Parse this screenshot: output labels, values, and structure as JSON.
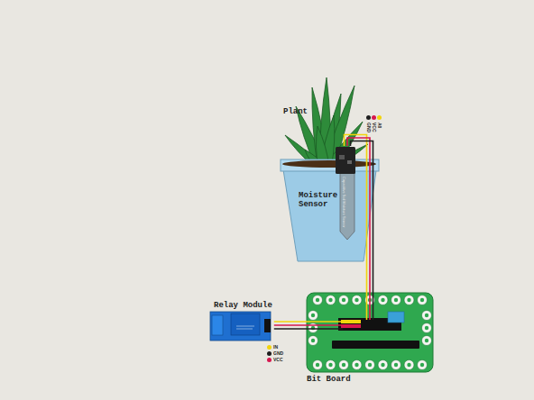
{
  "diagram": {
    "nodes": [
      {
        "text": [
          "Plant"
        ]
      },
      {
        "text": [
          "Moisture Sensor"
        ],
        "in": 0
      },
      {
        "text": [
          "Relay Module"
        ]
      },
      {
        "text": [
          "Bit Board"
        ]
      }
    ],
    "edges": [
      {
        "from": 1,
        "to": 3,
        "arrow": "none"
      },
      {
        "from": 2,
        "to": 3,
        "arrow": "none"
      }
    ],
    "labels": [
      "Capacitive Soil Moisture Sensor"
    ],
    "legend": [
      {
        "text": "GND",
        "color": "#1e1e1e"
      },
      {
        "text": "VCC",
        "color": "#d6174f"
      },
      {
        "text": "A0",
        "color": "#f2d40c"
      },
      {
        "text": "IN",
        "color": "#f2d40c"
      },
      {
        "text": "GND",
        "color": "#1e1e1e"
      },
      {
        "text": "VCC",
        "color": "#d6174f"
      }
    ]
  }
}
